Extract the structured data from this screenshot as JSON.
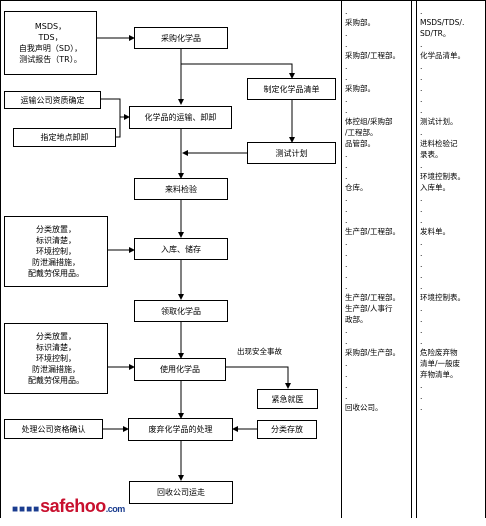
{
  "flow": {
    "purchase": "采购化学品",
    "make_list": "制定化学品清单",
    "transport": "化学品的运输、卸卸",
    "test_plan": "测试计划",
    "incoming": "来料检验",
    "storage": "入库、储存",
    "receive": "领取化学品",
    "use": "使用化学品",
    "emergency": "紧急就医",
    "waste": "废弃化学品的处理",
    "sort_store": "分类存放",
    "recycle": "回收公司运走",
    "accident_label": "出现安全事故"
  },
  "inputs": {
    "docs": [
      "MSDS，",
      "TDS，",
      "自我声明（SD），",
      "测试报告（TR）。"
    ],
    "transport_confirm": "运输公司资质确定",
    "unload_place": "指定地点卸卸",
    "storage_reqs": [
      "分类放置，",
      "标识清楚，",
      "环境控制，",
      "防泄漏措施，",
      "配戴劳保用品。"
    ],
    "use_reqs": [
      "分类放置，",
      "标识清楚，",
      "环境控制，",
      "防泄漏措施，",
      "配戴劳保用品。"
    ],
    "disposal_confirm": "处理公司资格确认"
  },
  "departments": [
    ".",
    "采购部。",
    ".",
    ".",
    "采购部/工程部。",
    ".",
    ".",
    "采购部。",
    ".",
    ".",
    "体控组/采购部",
    "/工程部。",
    "品管部。",
    ".",
    ".",
    ".",
    "仓库。",
    ".",
    ".",
    ".",
    "生产部/工程部。",
    ".",
    ".",
    ".",
    ".",
    ".",
    "生产部/工程部。",
    "生产部/人事行",
    "政部。",
    ".",
    ".",
    "采购部/生产部。",
    ".",
    ".",
    ".",
    ".",
    "回收公司。"
  ],
  "records": [
    ".",
    "MSDS/TDS/.",
    "SD/TR。",
    ".",
    "化学品清单。",
    ".",
    ".",
    ".",
    ".",
    ".",
    "测试计划。",
    ".",
    "进料检验记",
    "录表。",
    ".",
    "环境控制表。",
    "入库单。",
    ".",
    ".",
    ".",
    "发料单。",
    ".",
    ".",
    ".",
    ".",
    ".",
    "环境控制表。",
    ".",
    ".",
    ".",
    ".",
    "危险废弃物",
    "清单/一般废",
    "弃物清单。",
    ".",
    ".",
    "."
  ],
  "logo": {
    "text": "safehoo",
    "domain": ".com",
    "dots": "■■■■"
  }
}
